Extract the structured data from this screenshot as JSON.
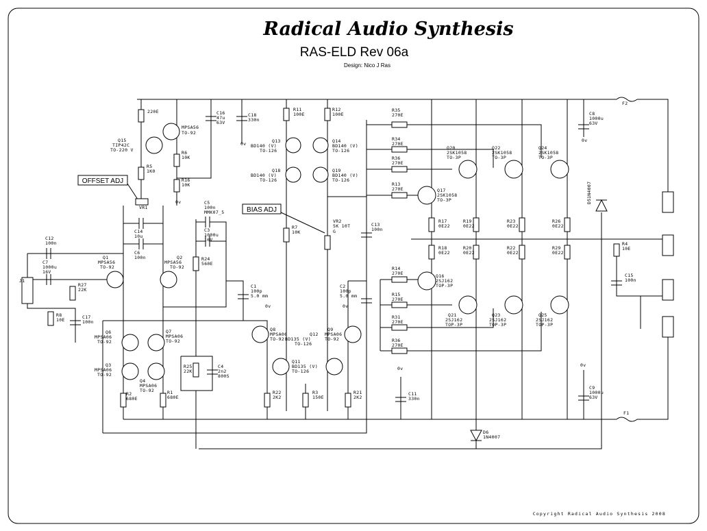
{
  "title": {
    "brand": "Radical Audio Synthesis",
    "model": "RAS-ELD Rev 06a",
    "designer": "Design: Nico J Ras"
  },
  "callouts": {
    "offset": "OFFSET ADJ",
    "bias": "BIAS ADJ"
  },
  "copyright": "Copyright Radical Audio Synthesis 2008",
  "labels": [
    [
      "R5",
      "220E"
    ],
    [
      "Q5",
      "MPSA56"
    ],
    [
      "Q5p",
      "TO-92"
    ],
    [
      "Q15",
      "Q15"
    ],
    [
      "Q15n",
      "TIP42C"
    ],
    [
      "Q15p",
      "TO-220 V"
    ],
    [
      "R6",
      "R6"
    ],
    [
      "R6v",
      "10K"
    ],
    [
      "R5b",
      "R5"
    ],
    [
      "R5bv",
      "1K0"
    ],
    [
      "R16",
      "R16"
    ],
    [
      "R16v",
      "10K"
    ],
    [
      "0v1",
      "0v"
    ],
    [
      "C16",
      "C16"
    ],
    [
      "C16a",
      "47u"
    ],
    [
      "C16b",
      "63V"
    ],
    [
      "C18",
      "C18"
    ],
    [
      "C18v",
      "330n"
    ],
    [
      "0v2",
      "0v"
    ],
    [
      "R11",
      "R11"
    ],
    [
      "R11v",
      "100E"
    ],
    [
      "R12",
      "R12"
    ],
    [
      "R12v",
      "100E"
    ],
    [
      "Q13",
      "Q13"
    ],
    [
      "Q13n",
      "BD140 (V)"
    ],
    [
      "Q13p",
      "TO-126"
    ],
    [
      "Q14",
      "Q14"
    ],
    [
      "Q14n",
      "BD140 (V)"
    ],
    [
      "Q14p",
      "TO-126"
    ],
    [
      "Q18",
      "Q18"
    ],
    [
      "Q18n",
      "BD140 (V)"
    ],
    [
      "Q18p",
      "TO-126"
    ],
    [
      "Q19",
      "Q19"
    ],
    [
      "Q19n",
      "BD140 (V)"
    ],
    [
      "Q19p",
      "TO-126"
    ],
    [
      "R35",
      "R35"
    ],
    [
      "R35v",
      "270E"
    ],
    [
      "R34",
      "R34"
    ],
    [
      "R34v",
      "270E"
    ],
    [
      "R36",
      "R36"
    ],
    [
      "R36v",
      "270E"
    ],
    [
      "R13",
      "R13"
    ],
    [
      "R13v",
      "270E"
    ],
    [
      "Q20",
      "Q20"
    ],
    [
      "Q20n",
      "2SK1058"
    ],
    [
      "Q20p",
      "TO-3P"
    ],
    [
      "Q22",
      "Q22"
    ],
    [
      "Q22n",
      "2SK1058"
    ],
    [
      "Q22p",
      "TO-3P"
    ],
    [
      "Q24",
      "Q24"
    ],
    [
      "Q24n",
      "2SK1058"
    ],
    [
      "Q24p",
      "TO-3P"
    ],
    [
      "Q17",
      "Q17"
    ],
    [
      "Q17n",
      "2SK1058"
    ],
    [
      "Q17p",
      "TO-3P"
    ],
    [
      "C8",
      "C8"
    ],
    [
      "C8v",
      "1000u"
    ],
    [
      "C8b",
      "63V"
    ],
    [
      "0v3",
      "0v"
    ],
    [
      "F2",
      "F2"
    ],
    [
      "VR1",
      "VR1"
    ],
    [
      "C14",
      "C14"
    ],
    [
      "C14v",
      "10u"
    ],
    [
      "C6",
      "C6"
    ],
    [
      "C6v",
      "100n"
    ],
    [
      "C5",
      "C5"
    ],
    [
      "C5v",
      "100n"
    ],
    [
      "C5b",
      "MMK07_5"
    ],
    [
      "C3",
      "C3"
    ],
    [
      "C3v",
      "1000u"
    ],
    [
      "C3b",
      "16V"
    ],
    [
      "R24",
      "R24"
    ],
    [
      "R24v",
      "560E"
    ],
    [
      "R7",
      "R7"
    ],
    [
      "R7v",
      "10K"
    ],
    [
      "VR2",
      "VR2"
    ],
    [
      "VR2v",
      "5K 10T"
    ],
    [
      "VR2b",
      "G"
    ],
    [
      "C13",
      "C13"
    ],
    [
      "C13v",
      "100n"
    ],
    [
      "R17",
      "R17"
    ],
    [
      "R17v",
      "0E22"
    ],
    [
      "R19",
      "R19"
    ],
    [
      "R19v",
      "0E22"
    ],
    [
      "R23",
      "R23"
    ],
    [
      "R23v",
      "0E22"
    ],
    [
      "R26",
      "R26"
    ],
    [
      "R26v",
      "0E22"
    ],
    [
      "R18",
      "R18"
    ],
    [
      "R18v",
      "0E22"
    ],
    [
      "R20",
      "R20"
    ],
    [
      "R20v",
      "0E22"
    ],
    [
      "R22b",
      "R22"
    ],
    [
      "R22bv",
      "0E22"
    ],
    [
      "R29",
      "R29"
    ],
    [
      "R29v",
      "0E22"
    ],
    [
      "D5",
      "D5"
    ],
    [
      "D5v",
      "1N4007"
    ],
    [
      "R4",
      "R4"
    ],
    [
      "R4v",
      "10E"
    ],
    [
      "C15",
      "C15"
    ],
    [
      "C15v",
      "100n"
    ],
    [
      "C12",
      "C12"
    ],
    [
      "C12v",
      "100n"
    ],
    [
      "C7",
      "C7"
    ],
    [
      "C7v",
      "1000u"
    ],
    [
      "C7b",
      "16V"
    ],
    [
      "J1",
      "J1"
    ],
    [
      "R27",
      "R27"
    ],
    [
      "R27v",
      "22K"
    ],
    [
      "R8",
      "R8"
    ],
    [
      "R8v",
      "10E"
    ],
    [
      "C17",
      "C17"
    ],
    [
      "C17v",
      "100n"
    ],
    [
      "Q1",
      "Q1"
    ],
    [
      "Q1n",
      "MPSA56"
    ],
    [
      "Q1p",
      "TO-92"
    ],
    [
      "Q2",
      "Q2"
    ],
    [
      "Q2n",
      "MPSA56"
    ],
    [
      "Q2p",
      "TO-92"
    ],
    [
      "Q6",
      "Q6"
    ],
    [
      "Q6n",
      "MPSA06"
    ],
    [
      "Q6p",
      "TO-92"
    ],
    [
      "Q7",
      "Q7"
    ],
    [
      "Q7n",
      "MPSA06"
    ],
    [
      "Q7p",
      "TO-92"
    ],
    [
      "Q3",
      "Q3"
    ],
    [
      "Q3n",
      "MPSA06"
    ],
    [
      "Q3p",
      "TO-92"
    ],
    [
      "Q4",
      "Q4"
    ],
    [
      "Q4n",
      "MPSA06"
    ],
    [
      "Q4p",
      "TO-92"
    ],
    [
      "R2",
      "R2"
    ],
    [
      "R2v",
      "680E"
    ],
    [
      "R1",
      "R1"
    ],
    [
      "R1v",
      "680E"
    ],
    [
      "R25",
      "R25"
    ],
    [
      "R25v",
      "22K"
    ],
    [
      "C4",
      "C4"
    ],
    [
      "C4v",
      "2n2"
    ],
    [
      "C4b",
      "800S"
    ],
    [
      "C1",
      "C1"
    ],
    [
      "C1v",
      "100p"
    ],
    [
      "C1b",
      "5.0 mm"
    ],
    [
      "C2",
      "C2"
    ],
    [
      "C2v",
      "100p"
    ],
    [
      "C2b",
      "5.0 mm"
    ],
    [
      "0v4",
      "0v"
    ],
    [
      "0v5",
      "0v"
    ],
    [
      "R14",
      "R14"
    ],
    [
      "R14v",
      "270E"
    ],
    [
      "Q16",
      "Q16"
    ],
    [
      "Q16n",
      "2SJ162"
    ],
    [
      "Q16p",
      "TOP-3P"
    ],
    [
      "Q8",
      "Q8"
    ],
    [
      "Q8n",
      "MPSA06"
    ],
    [
      "Q8p",
      "TO-92"
    ],
    [
      "Q9",
      "Q9"
    ],
    [
      "Q9n",
      "MPSA06"
    ],
    [
      "Q9p",
      "TO-92"
    ],
    [
      "Q12",
      "Q12"
    ],
    [
      "Q12n",
      "BD135 (V)"
    ],
    [
      "Q12p",
      "TO-126"
    ],
    [
      "Q11",
      "Q11"
    ],
    [
      "Q11n",
      "BD135 (V)"
    ],
    [
      "Q11p",
      "TO-126"
    ],
    [
      "R22",
      "R22"
    ],
    [
      "R22v",
      "2K2"
    ],
    [
      "R3",
      "R3"
    ],
    [
      "R3v",
      "150E"
    ],
    [
      "R21",
      "R21"
    ],
    [
      "R21v",
      "2K2"
    ],
    [
      "0v6",
      "0v"
    ],
    [
      "C11",
      "C11"
    ],
    [
      "C11v",
      "330n"
    ],
    [
      "R15",
      "R15"
    ],
    [
      "R15v",
      "270E"
    ],
    [
      "R31",
      "R31"
    ],
    [
      "R31v",
      "270E"
    ],
    [
      "R36c",
      "R36"
    ],
    [
      "R36cv",
      "270E"
    ],
    [
      "Q21",
      "Q21"
    ],
    [
      "Q21n",
      "2SJ162"
    ],
    [
      "Q21p",
      "TOP-3P"
    ],
    [
      "Q23",
      "Q23"
    ],
    [
      "Q23n",
      "2SJ162"
    ],
    [
      "Q23p",
      "TOP-3P"
    ],
    [
      "Q25",
      "Q25"
    ],
    [
      "Q25n",
      "2SJ162"
    ],
    [
      "Q25p",
      "TOP-3P"
    ],
    [
      "0v7",
      "0v"
    ],
    [
      "C9",
      "C9"
    ],
    [
      "C9v",
      "1000u"
    ],
    [
      "C9b",
      "63V"
    ],
    [
      "F1",
      "F1"
    ],
    [
      "D6",
      "D6"
    ],
    [
      "D6v",
      "1N4007"
    ]
  ]
}
